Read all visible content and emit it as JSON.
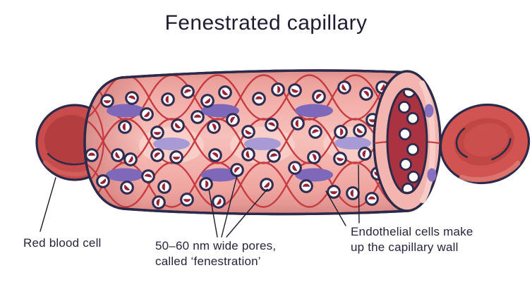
{
  "title": "Fenestrated capillary",
  "labels": {
    "red_blood_cell": "Red blood cell",
    "pores": [
      "50–60 nm wide pores,",
      "called ‘fenestration’"
    ],
    "endothelial": [
      "Endothelial cells make",
      "up the capillary wall"
    ]
  },
  "figure": {
    "elements": [
      "red-blood-cell-left",
      "capillary-body",
      "endothelial-cell-boundaries",
      "fenestration-pores",
      "cell-nuclei",
      "open-end-lumen",
      "lumen-pores",
      "red-blood-cell-right",
      "leader-lines"
    ]
  },
  "colors": {
    "background": "#ffffff",
    "text": "#26253b",
    "capillary_pink": "#f3b1ab",
    "capillary_highlight": "#fbd3cd",
    "cell_boundary_red": "#c53b41",
    "lumen_dark_red": "#a93340",
    "pore_crescent_red": "#9b2033",
    "outline_navy": "#2c2a4a",
    "nucleus_purple": "#7e68ba",
    "nucleus_light_purple": "#a89bd5",
    "rbc_red": "#d15450"
  }
}
